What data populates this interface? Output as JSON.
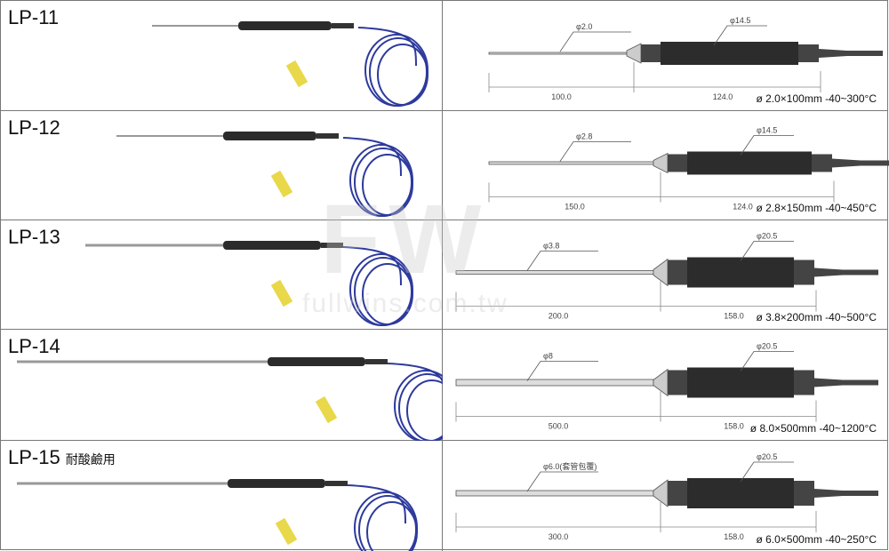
{
  "products": [
    {
      "model": "LP-11",
      "note": "",
      "tip_dia": "φ2.0",
      "handle_dia": "φ14.5",
      "probe_len": "100.0",
      "handle_len": "124.0",
      "spec": "ø 2.0×100mm  -40~300°C"
    },
    {
      "model": "LP-12",
      "note": "",
      "tip_dia": "φ2.8",
      "handle_dia": "φ14.5",
      "probe_len": "150.0",
      "handle_len": "124.0",
      "spec": "ø 2.8×150mm  -40~450°C"
    },
    {
      "model": "LP-13",
      "note": "",
      "tip_dia": "φ3.8",
      "handle_dia": "φ20.5",
      "probe_len": "200.0",
      "handle_len": "158.0",
      "spec": "ø 3.8×200mm  -40~500°C"
    },
    {
      "model": "LP-14",
      "note": "",
      "tip_dia": "φ8",
      "handle_dia": "φ20.5",
      "probe_len": "500.0",
      "handle_len": "158.0",
      "spec": "ø 8.0×500mm  -40~1200°C"
    },
    {
      "model": "LP-15",
      "note": "耐酸鹼用",
      "tip_dia": "φ6.0(套管包覆)",
      "handle_dia": "φ20.5",
      "probe_len": "300.0",
      "handle_len": "158.0",
      "spec": "ø 6.0×500mm  -40~250°C"
    }
  ],
  "watermark": {
    "logo": "FW",
    "site": "fullwins.com.tw"
  },
  "colors": {
    "cable": "#2d3a9c",
    "connector": "#e8d84a",
    "handle": "#2b2b2b"
  }
}
